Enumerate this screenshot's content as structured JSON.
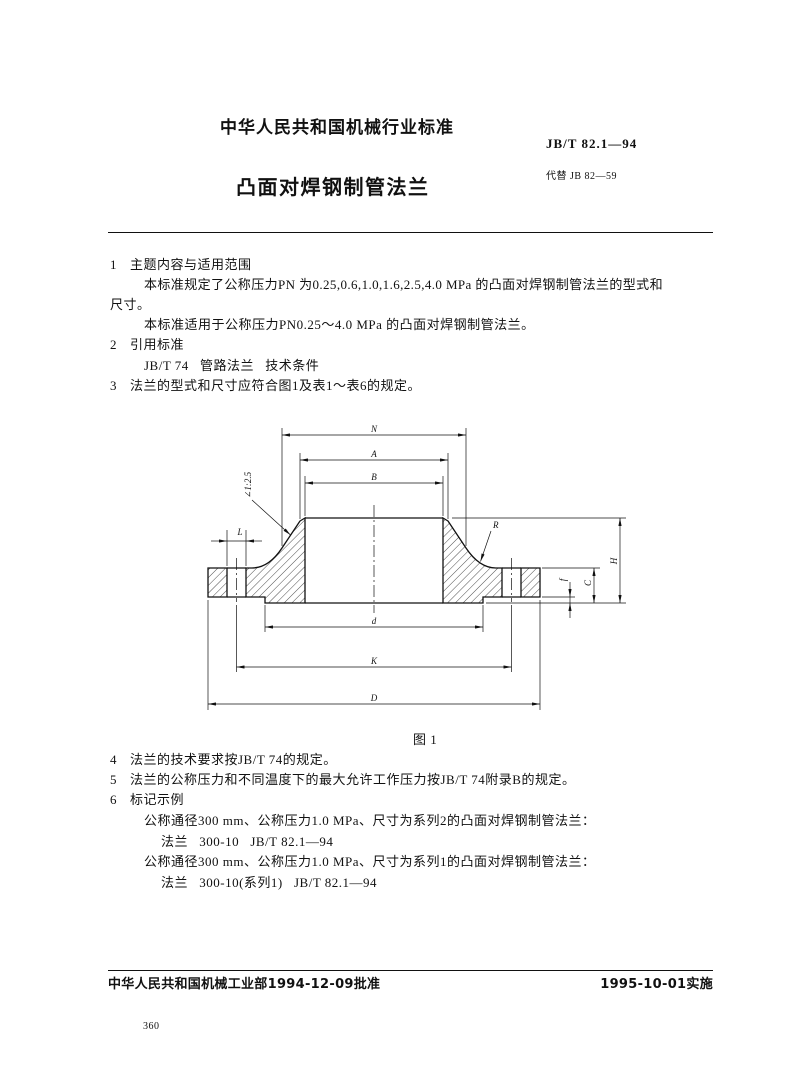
{
  "header": {
    "org_title": "中华人民共和国机械行业标准",
    "standard_number": "JB/T 82.1—94",
    "doc_title": "凸面对焊钢制管法兰",
    "replaces": "代替 JB 82—59"
  },
  "section1": {
    "number": "1",
    "title": "主题内容与适用范围",
    "para1_line1": "本标准规定了公称压力PN 为0.25,0.6,1.0,1.6,2.5,4.0 MPa 的凸面对焊钢制管法兰的型式和",
    "para1_line2": "尺寸。",
    "para2": "本标准适用于公称压力PN0.25～4.0 MPa 的凸面对焊钢制管法兰。"
  },
  "section2": {
    "number": "2",
    "title": "引用标准",
    "reference": "JB/T 74   管路法兰   技术条件"
  },
  "section3": {
    "number": "3",
    "text": "法兰的型式和尺寸应符合图1及表1～表6的规定。"
  },
  "figure": {
    "caption": "图 1",
    "labels": {
      "N": "N",
      "A": "A",
      "B": "B",
      "L": "L",
      "slope": "∠1:2.5",
      "R": "R",
      "H": "H",
      "C": "C",
      "f": "f",
      "d": "d",
      "K": "K",
      "D": "D"
    }
  },
  "section4": {
    "number": "4",
    "text": "法兰的技术要求按JB/T 74的规定。"
  },
  "section5": {
    "number": "5",
    "text": "法兰的公称压力和不同温度下的最大允许工作压力按JB/T 74附录B的规定。"
  },
  "section6": {
    "number": "6",
    "title": "标记示例",
    "examples": [
      {
        "description": "公称通径300 mm、公称压力1.0 MPa、尺寸为系列2的凸面对焊钢制管法兰：",
        "marking": "法兰   300-10   JB/T 82.1—94"
      },
      {
        "description": "公称通径300 mm、公称压力1.0 MPa、尺寸为系列1的凸面对焊钢制管法兰：",
        "marking": "法兰   300-10(系列1)   JB/T 82.1—94"
      }
    ]
  },
  "footer": {
    "approval": "中华人民共和国机械工业部1994-12-09批准",
    "effective": "1995-10-01实施",
    "page_number": "360"
  }
}
